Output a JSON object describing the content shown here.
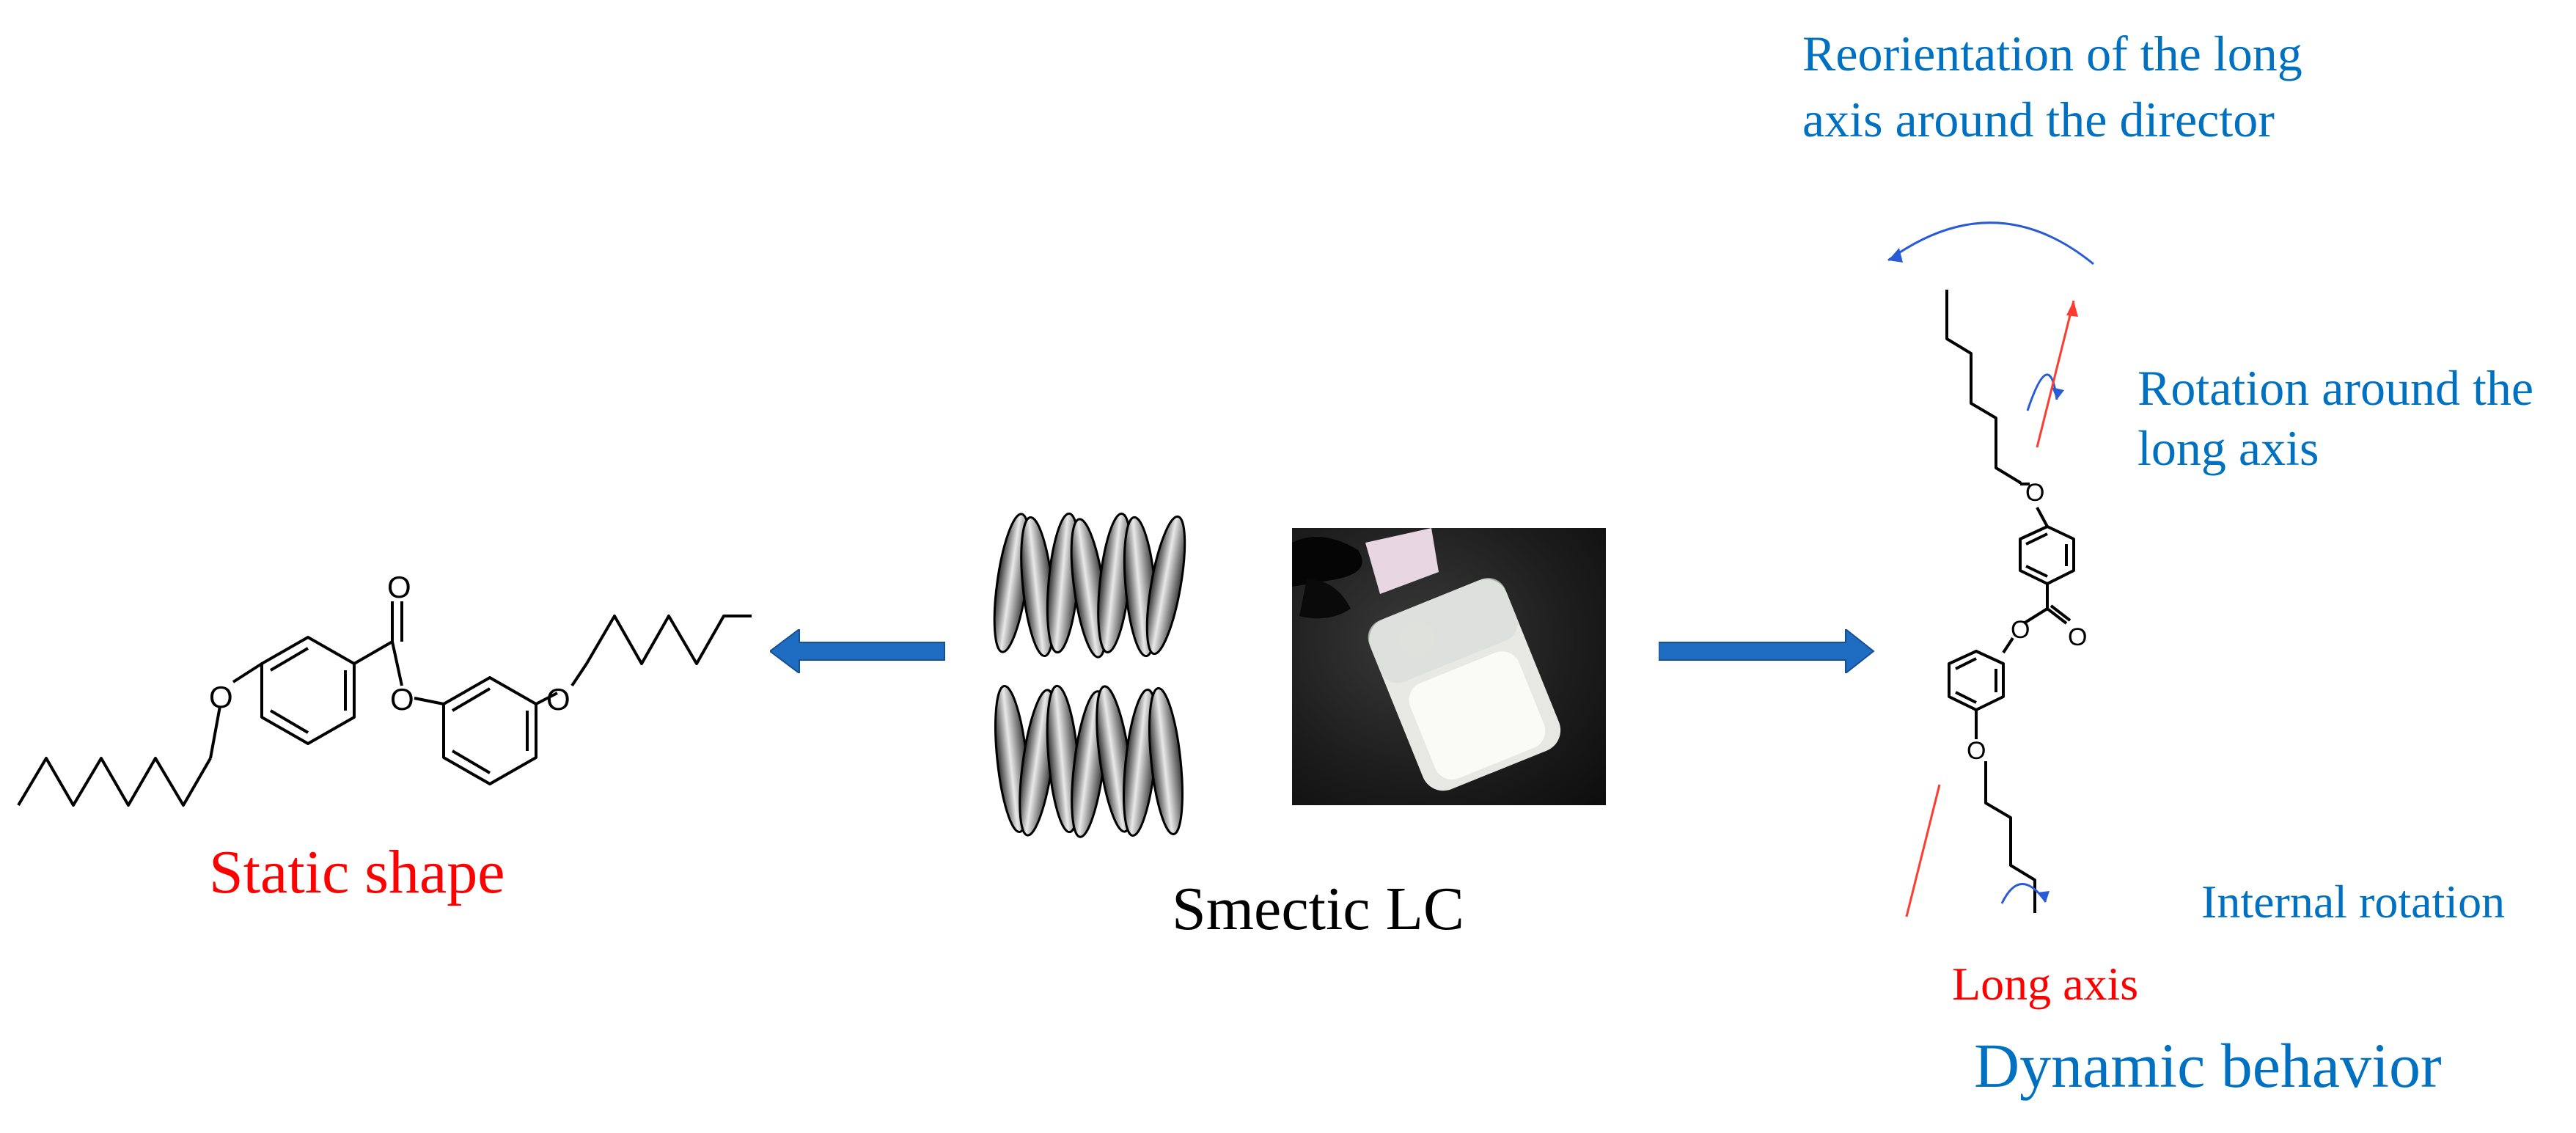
{
  "labels": {
    "static_shape": "Static shape",
    "smectic_lc": "Smectic LC",
    "reorientation": "Reorientation of the long axis around the director",
    "rotation": "Rotation around the long axis",
    "internal_rotation": "Internal rotation",
    "long_axis": "Long axis",
    "dynamic_behavior": "Dynamic behavior"
  },
  "molecule_atoms": {
    "oxygen": "O"
  },
  "colors": {
    "arrow_blue": "#1f6dc2",
    "label_blue": "#0070c0",
    "label_red": "#ff0000",
    "axis_red": "#ff3b30",
    "rotation_blue": "#2a5bd7"
  },
  "icons": {
    "left_arrow": "left-arrow-icon",
    "right_arrow": "right-arrow-icon",
    "ellipsoid_stack": "ellipsoid-stack-icon",
    "vial_photo": "vial-photo"
  }
}
